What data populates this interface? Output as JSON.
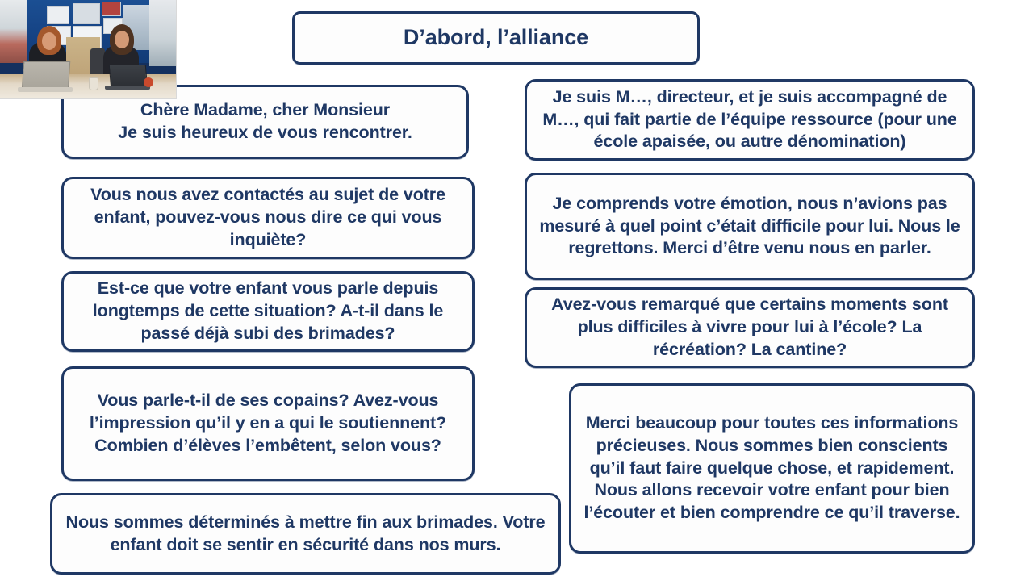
{
  "slide": {
    "title": "D’abord, l’alliance",
    "background_color": "#ffffff",
    "accent_color": "#1f3864",
    "text_color": "#1f3864"
  },
  "left_column": [
    {
      "id": "greeting",
      "name": "bubble-greeting",
      "text": "Chère Madame, cher Monsieur\nJe suis heureux de vous rencontrer."
    },
    {
      "id": "contact",
      "name": "bubble-contact",
      "text": "Vous nous avez contactés au sujet de votre enfant, pouvez-vous nous dire ce qui vous inquiète?"
    },
    {
      "id": "depuis",
      "name": "bubble-depuis-longtemps",
      "text": "Est-ce que votre enfant vous parle depuis longtemps de cette situation? A-t-il dans le passé déjà subi des brimades?"
    },
    {
      "id": "copains",
      "name": "bubble-copains",
      "text": "Vous parle-t-il de ses copains? Avez-vous l’impression qu’il y en a qui le soutiennent? Combien d’élèves l’embêtent, selon vous?"
    },
    {
      "id": "determines",
      "name": "bubble-determines",
      "text": "Nous sommes déterminés à mettre fin aux brimades. Votre enfant doit se sentir en sécurité dans nos murs."
    }
  ],
  "right_column": [
    {
      "id": "directeur",
      "name": "bubble-presentation-directeur",
      "text": "Je suis M…, directeur, et je suis accompagné de M…, qui fait partie de l’équipe ressource (pour une école apaisée, ou autre dénomination)"
    },
    {
      "id": "emotion",
      "name": "bubble-emotion",
      "text": "Je comprends votre émotion, nous n’avions pas mesuré à quel point c’était difficile pour lui. Nous le regrettons. Merci d’être venu nous en parler."
    },
    {
      "id": "moments",
      "name": "bubble-moments-difficiles",
      "text": "Avez-vous remarqué que certains moments sont plus difficiles à vivre pour lui à l’école? La récréation? La cantine?"
    },
    {
      "id": "merci",
      "name": "bubble-merci",
      "text": "Merci beaucoup pour toutes ces informations précieuses. Nous sommes bien conscients qu’il faut faire quelque chose, et rapidement. Nous allons recevoir votre enfant pour bien l’écouter et bien comprendre ce qu’il traverse."
    }
  ],
  "webcam": {
    "name": "webcam-video-overlay",
    "description": "two presenters seated at a desk with laptops in front of a blue classroom wall"
  }
}
